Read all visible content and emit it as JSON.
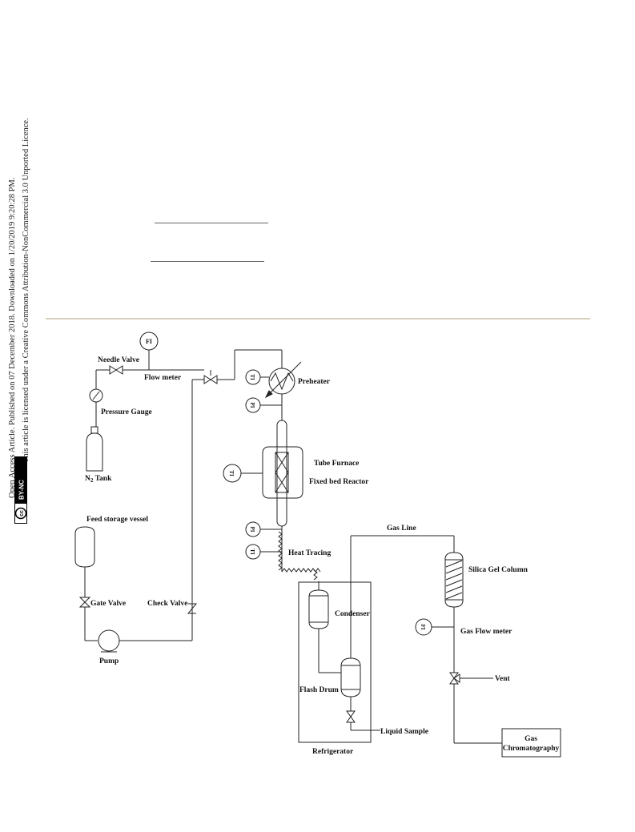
{
  "license": {
    "line1": "Open Access Article. Published on 07 December 2018. Downloaded on 1/20/2019 9:20:28 PM.",
    "line2": "This article is licensed under a Creative Commons Attribution-NonCommercial 3.0 Unported Licence.",
    "badge_cc": "cc",
    "badge_text": "BY-NC"
  },
  "diagram": {
    "fi_top": "FI",
    "needle_valve": "Needle  Valve",
    "flow_meter": "Flow meter",
    "pressure_gauge": "Pressure Gauge",
    "n2_tank": "N",
    "n2_sub": "2",
    "n2_tank_rest": " Tank",
    "preheater": "Preheater",
    "ti_preheater": "TI",
    "pi_preheater": "PI",
    "tube_furnace": "Tube Furnace",
    "fixed_bed_reactor": "Fixed bed Reactor",
    "ti_furnace": "TI",
    "pi_outlet": "PI",
    "ti_outlet": "TI",
    "heat_tracing": "Heat Tracing",
    "feed_storage_vessel": "Feed storage vessel",
    "gate_valve": "Gate Valve",
    "check_valve": "Check Valve",
    "pump": "Pump",
    "condenser": "Condenser",
    "flash_drum": "Flash Drum",
    "liquid_sample": "Liquid Sample",
    "refrigerator": "Refrigerator",
    "gas_line": "Gas Line",
    "silica_gel_column": "Silica Gel Column",
    "fi_gas": "FI",
    "gas_flow_meter": "Gas Flow meter",
    "vent": "Vent",
    "gas_chromatography_1": "Gas",
    "gas_chromatography_2": "Chromatography"
  }
}
